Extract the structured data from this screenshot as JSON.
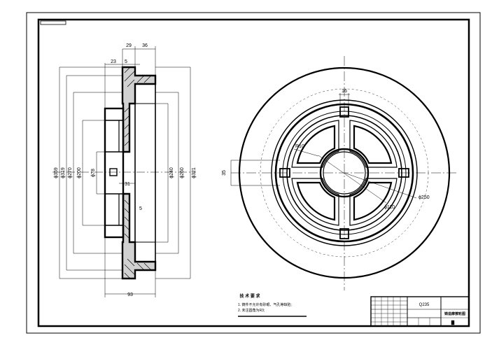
{
  "drawing": {
    "section_view": {
      "top_dims": [
        "29",
        "36"
      ],
      "step_dims": [
        "23",
        "5"
      ],
      "left_dims": [
        "ϕ359",
        "ϕ319",
        "ϕ270",
        "ϕ200",
        "ϕ78"
      ],
      "right_dims": [
        "ϕ240",
        "ϕ260",
        "ϕ321"
      ],
      "inner_dims": [
        "31",
        "5"
      ],
      "bottom_dim": "93"
    },
    "front_view": {
      "top_dim": "16",
      "left_dim": "35",
      "radius_label": "R10",
      "hub_dia": "ϕ110",
      "outer_dia": "ϕ250"
    }
  },
  "tech_notes": {
    "title": "技 术 要 求",
    "items": [
      "1. 铸件不允许有砂眼、气孔等缺陷;",
      "2. 未注圆角为R3;"
    ]
  },
  "title_block": {
    "material": "Q235",
    "part_name": "铸造摩擦轮图"
  }
}
